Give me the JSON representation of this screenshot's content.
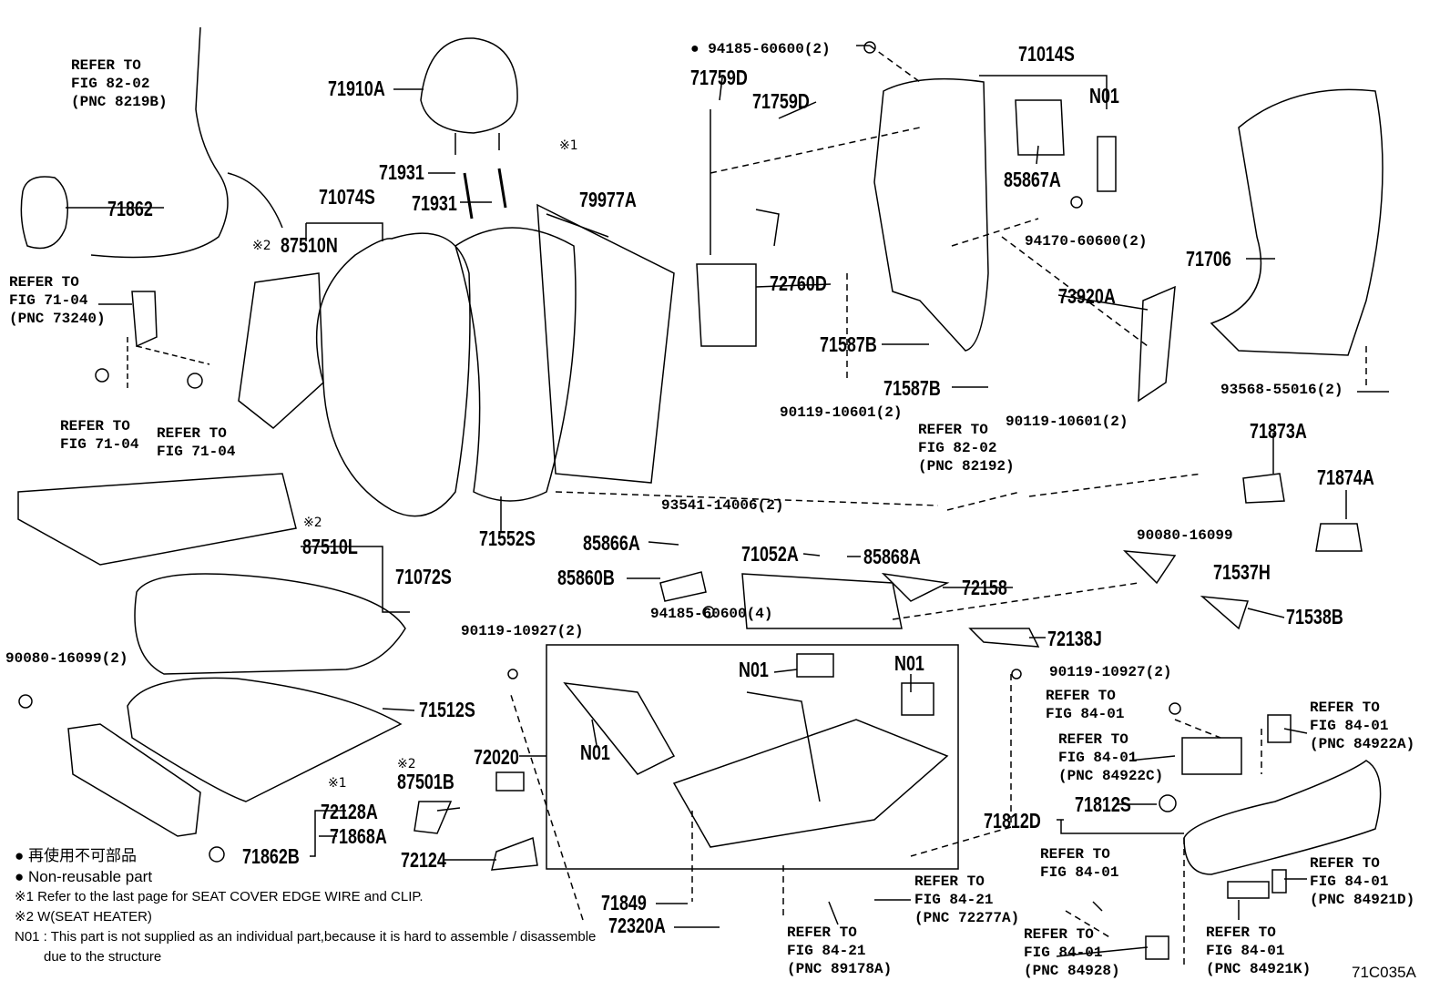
{
  "parts": {
    "p71910A": "71910A",
    "p71931a": "71931",
    "p71931b": "71931",
    "p71074S": "71074S",
    "p87510N": "87510N",
    "p79977A": "79977A",
    "p71862": "71862",
    "p71759Da": "71759D",
    "p71759Db": "71759D",
    "p71014S": "71014S",
    "pN01a": "N01",
    "p85867A": "85867A",
    "p72760D": "72760D",
    "p71587Ba": "71587B",
    "p71587Bb": "71587B",
    "p73920A": "73920A",
    "p71706": "71706",
    "p71873A": "71873A",
    "p71874A": "71874A",
    "p71552S": "71552S",
    "p87510L": "87510L",
    "p71072S": "71072S",
    "p85866A": "85866A",
    "p71052A": "71052A",
    "p85868A": "85868A",
    "p85860B": "85860B",
    "p72158": "72158",
    "p71537H": "71537H",
    "p71538B": "71538B",
    "p72138J": "72138J",
    "pN01b": "N01",
    "pN01c": "N01",
    "pN01d": "N01",
    "p71512S": "71512S",
    "p72020": "72020",
    "p87501B": "87501B",
    "p72128A": "72128A",
    "p71868A": "71868A",
    "p71862B": "71862B",
    "p72124": "72124",
    "p71849": "71849",
    "p72320A": "72320A",
    "p71812S": "71812S",
    "p71812D": "71812D"
  },
  "hardware": {
    "h94185_2": "94185-60600(2)",
    "h94170": "94170-60600(2)",
    "h90119_10601a": "90119-10601(2)",
    "h90119_10601b": "90119-10601(2)",
    "h93568": "93568-55016(2)",
    "h93541": "93541-14006(2)",
    "h90080": "90080-16099",
    "h94185_4": "94185-60600(4)",
    "h90119_10927a": "90119-10927(2)",
    "h90080_2": "90080-16099(2)",
    "h90119_10927b": "90119-10927(2)"
  },
  "marks": {
    "note1": "※1",
    "note2": "※2",
    "bullet": "●"
  },
  "refs": {
    "r1": [
      "REFER TO",
      "FIG 82-02",
      "(PNC 8219B)"
    ],
    "r2": [
      "REFER TO",
      "FIG 71-04",
      "(PNC 73240)"
    ],
    "r3": [
      "REFER TO",
      "FIG 71-04"
    ],
    "r4": [
      "REFER TO",
      "FIG 71-04"
    ],
    "r5": [
      "REFER TO",
      "FIG 82-02",
      "(PNC 82192)"
    ],
    "r6": [
      "REFER TO",
      "FIG 84-01"
    ],
    "r7": [
      "REFER TO",
      "FIG 84-01",
      "(PNC 84922A)"
    ],
    "r8": [
      "REFER TO",
      "FIG 84-01",
      "(PNC 84922C)"
    ],
    "r9": [
      "REFER TO",
      "FIG 84-01"
    ],
    "r10": [
      "REFER TO",
      "FIG 84-01",
      "(PNC 84921D)"
    ],
    "r11": [
      "REFER TO",
      "FIG 84-21",
      "(PNC 72277A)"
    ],
    "r12": [
      "REFER TO",
      "FIG 84-21",
      "(PNC 89178A)"
    ],
    "r13": [
      "REFER TO",
      "FIG 84-01",
      "(PNC 84928)"
    ],
    "r14": [
      "REFER TO",
      "FIG 84-01",
      "(PNC 84921K)"
    ]
  },
  "legend": {
    "jp": "● 再使用不可部品",
    "en": "● Non-reusable part",
    "n1": "※1  Refer to the last page for SEAT COVER EDGE WIRE and CLIP.",
    "n2": "※2  W(SEAT HEATER)",
    "n01a": "N01 : This part is not supplied as an individual part,because it is hard to assemble / disassemble",
    "n01b": "        due to the structure"
  },
  "diagram_code": "71C035A"
}
